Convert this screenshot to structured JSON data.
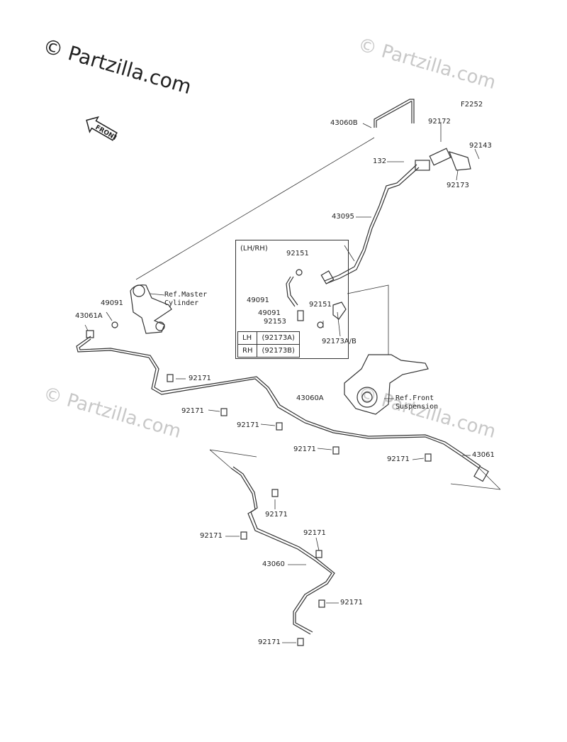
{
  "watermarks": {
    "main": "© Partzilla.com",
    "faint1": "© Partzilla.com",
    "faint2": "© Partzilla.com",
    "faint3": "© Partzilla.com"
  },
  "diagram_code": "F2252",
  "front_label": "FRONT",
  "detail_box": {
    "title": "(LH/RH)",
    "legend": [
      {
        "side": "LH",
        "part": "(92173A)"
      },
      {
        "side": "RH",
        "part": "(92173B)"
      }
    ]
  },
  "refs": {
    "master_cylinder": "Ref.Master\nCylinder",
    "front_suspension": "Ref.Front\nSuspension"
  },
  "parts": {
    "p43060b": "43060B",
    "p92172": "92172",
    "p92143": "92143",
    "p132": "132",
    "p92173": "92173",
    "p43095": "43095",
    "p92151a": "92151",
    "p49091a": "49091",
    "p49091b": "49091",
    "p92151b": "92151",
    "p92153": "92153",
    "p92173ab": "92173A/B",
    "p49091c": "49091",
    "p43061a": "43061A",
    "p92171_1": "92171",
    "p43060a": "43060A",
    "p92171_2": "92171",
    "p92171_3": "92171",
    "p92171_4": "92171",
    "p92171_5": "92171",
    "p43061": "43061",
    "p92171_6": "92171",
    "p92171_7": "92171",
    "p92171_8": "92171",
    "p43060": "43060",
    "p92171_9": "92171",
    "p92171_10": "92171"
  }
}
